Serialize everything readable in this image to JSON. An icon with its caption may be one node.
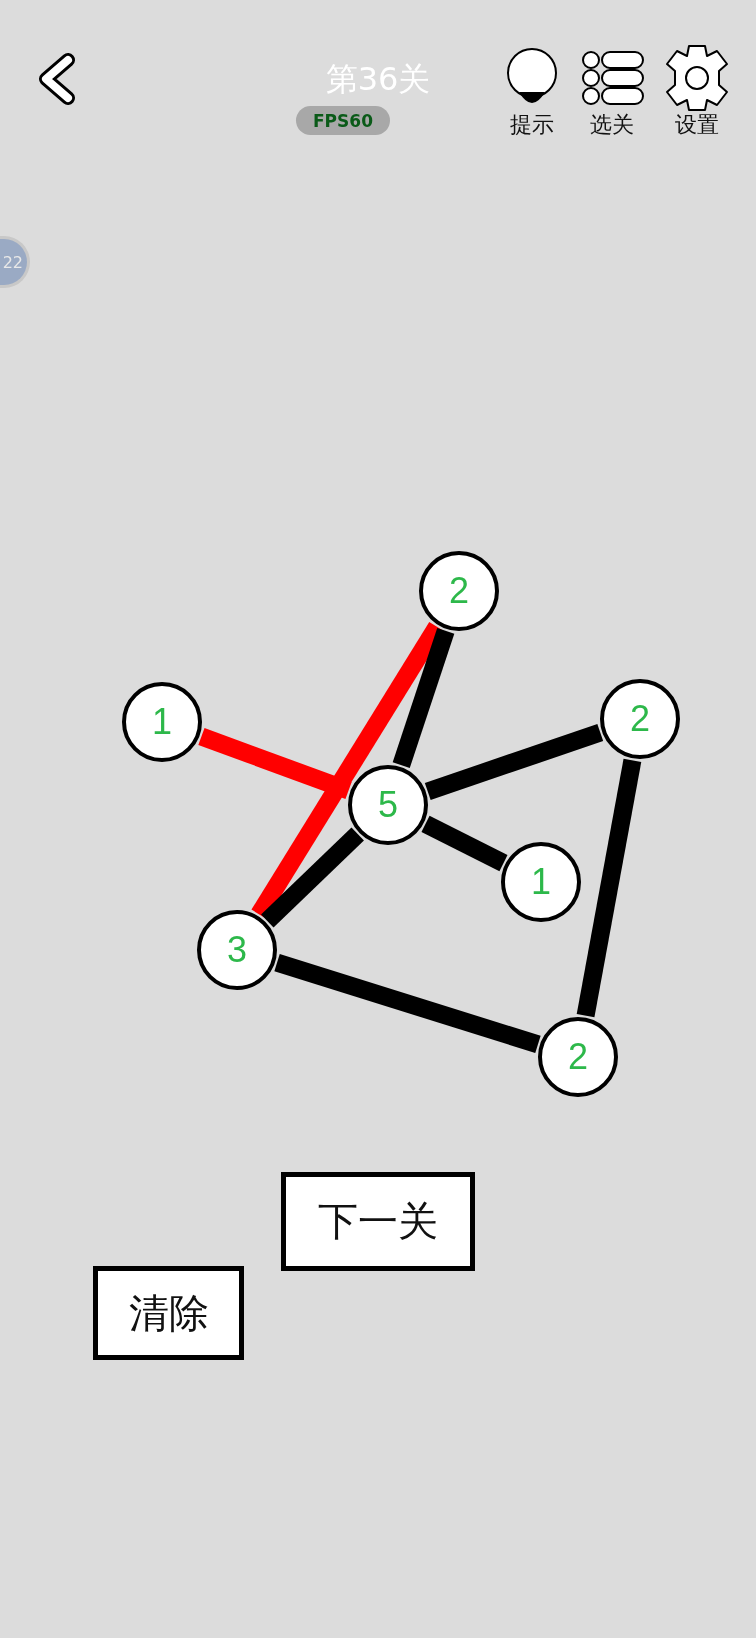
{
  "diagram": {
    "title": "第36关",
    "nodes": [
      {
        "text": [
          "2"
        ]
      },
      {
        "text": [
          "1"
        ]
      },
      {
        "text": [
          "2"
        ]
      },
      {
        "text": [
          "5"
        ]
      },
      {
        "text": [
          "1"
        ]
      },
      {
        "text": [
          "3"
        ]
      },
      {
        "text": [
          "2"
        ]
      },
      {
        "text": [
          "下一关"
        ]
      },
      {
        "text": [
          "清除"
        ]
      }
    ],
    "edges": [
      {
        "from": 1,
        "to": 3,
        "arrow": "none",
        "color": "#ff0000"
      },
      {
        "from": 0,
        "to": 5,
        "arrow": "none",
        "color": "#ff0000"
      },
      {
        "from": 0,
        "to": 3,
        "arrow": "none"
      },
      {
        "from": 3,
        "to": 5,
        "arrow": "none"
      },
      {
        "from": 3,
        "to": 2,
        "arrow": "none"
      },
      {
        "from": 3,
        "to": 4,
        "arrow": "none"
      },
      {
        "from": 5,
        "to": 6,
        "arrow": "none"
      },
      {
        "from": 2,
        "to": 6,
        "arrow": "none"
      }
    ],
    "labels": [
      "FPS60",
      "提示",
      "选关",
      "设置",
      "22"
    ]
  }
}
